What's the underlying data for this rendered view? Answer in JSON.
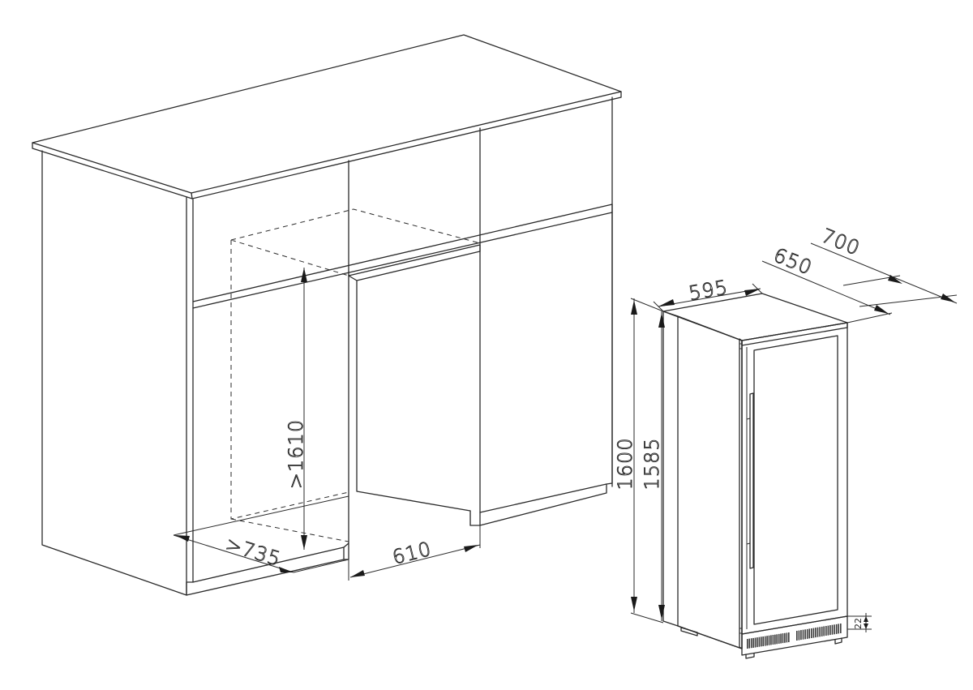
{
  "cabinet": {
    "opening_height": ">1610",
    "opening_depth": ">735",
    "opening_width": "610"
  },
  "appliance": {
    "width": "595",
    "depth_body": "650",
    "depth_total": "700",
    "height_total": "1600",
    "height_body": "1585",
    "plinth_height": "22"
  }
}
